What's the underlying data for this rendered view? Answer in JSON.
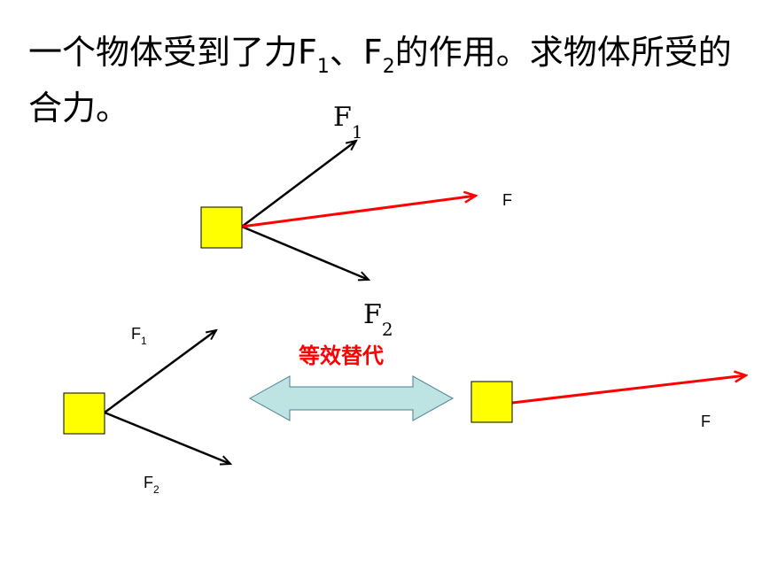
{
  "title": {
    "part1": "一个物体受到了力F",
    "sub1": "1",
    "sep": "、",
    "part2": "F",
    "sub2": "2",
    "part3": "的作用。求物体所受的合力。"
  },
  "top_diagram": {
    "f1": {
      "base": "F",
      "sub": "1"
    },
    "f2": {
      "base": "F",
      "sub": "2"
    },
    "resultant": "F"
  },
  "bottom_left": {
    "f1": {
      "base": "F",
      "sub": "1"
    },
    "f2": {
      "base": "F",
      "sub": "2"
    }
  },
  "equivalence_label": "等效替代",
  "bottom_right": {
    "resultant": "F"
  },
  "colors": {
    "box_fill": "#ffff00",
    "force": "#000000",
    "resultant": "#ff0000",
    "double_arrow_fill": "#bde3e3",
    "double_arrow_stroke": "#4a7f8f"
  }
}
